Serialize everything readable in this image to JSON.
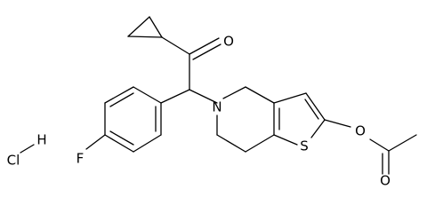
{
  "molecule": {
    "atoms": {
      "O": "O",
      "N": "N",
      "S": "S",
      "F": "F",
      "Cl": "Cl",
      "H": "H"
    }
  },
  "colors": {
    "bond": "#000000",
    "label": "#000000",
    "background": "#ffffff"
  }
}
